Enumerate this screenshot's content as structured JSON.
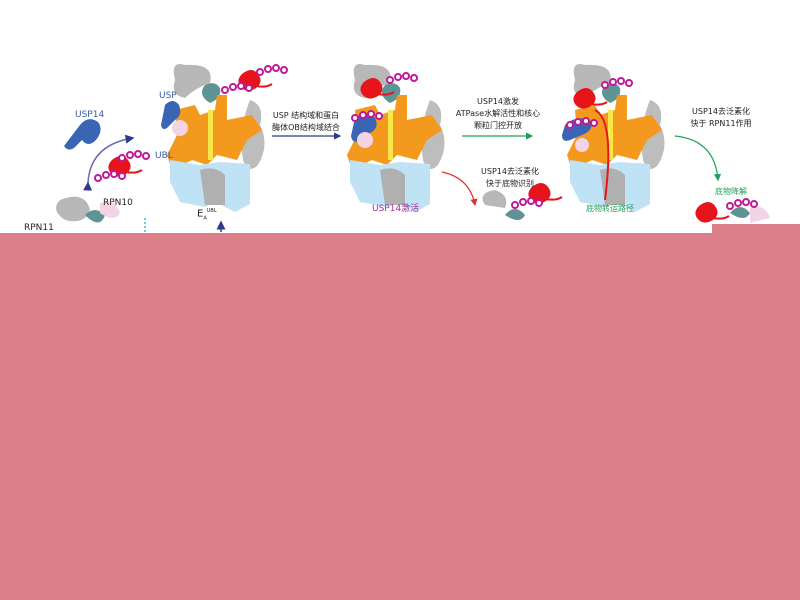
{
  "labels": {
    "usp14": "USP14",
    "usp": "USP",
    "ubl": "UBL",
    "rpn10": "RPN10",
    "rpn11": "RPN11",
    "ea": "E",
    "ea_sub": "A",
    "ea_sup": "UBL",
    "step1_line1": "USP 结构域和蛋白",
    "step1_line2": "酶体OB结构域结合",
    "activated": "USP14激活",
    "step2_line1": "USP14激发",
    "step2_line2": "ATPase水解活性和核心",
    "step2_line3": "颗粒门控开放",
    "branch_line1": "USP14去泛素化",
    "branch_line2": "快于底物识别",
    "translocation": "底物转运路径",
    "step3_line1": "USP14去泛素化",
    "step3_line2": "快于 RPN11作用",
    "degradation": "底物降解"
  },
  "colors": {
    "overlay": "#dc7f8b",
    "orange": "#f39a1e",
    "lightblue": "#bfe2f5",
    "gray": "#b8b8b8",
    "teal": "#5f9494",
    "pink": "#f2d4e6",
    "usp_blue": "#3a64b4",
    "ubiquitin": "#c0199a",
    "substrate": "#e8141c"
  }
}
